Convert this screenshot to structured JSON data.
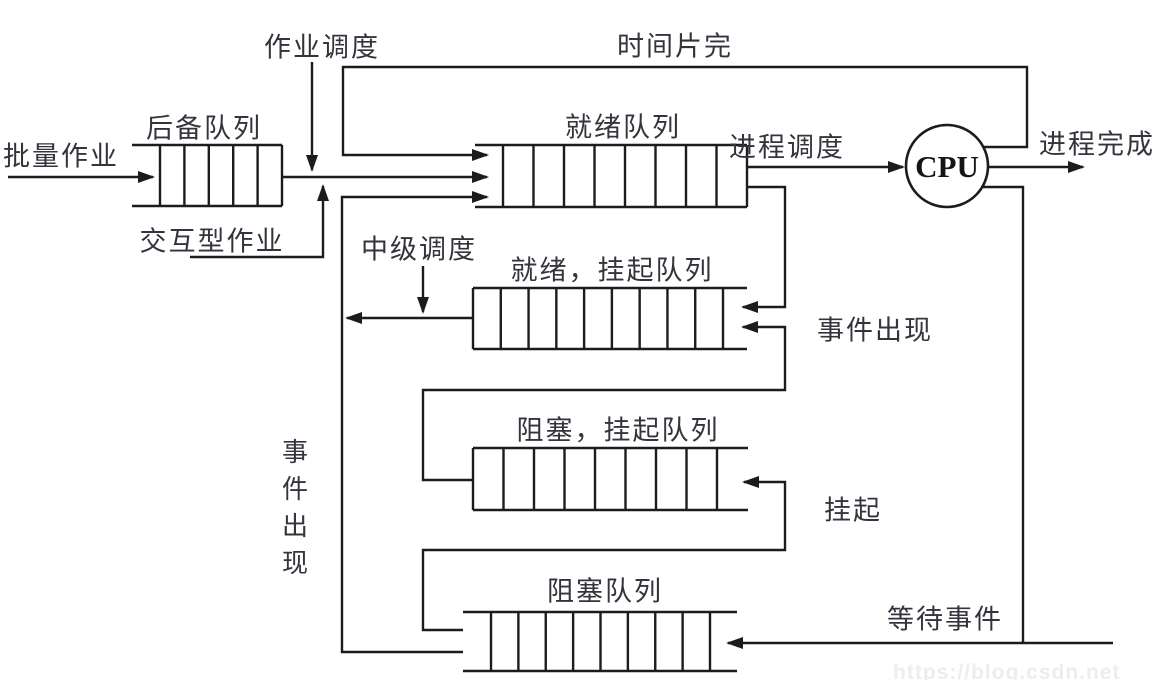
{
  "diagram": {
    "labels": {
      "batch_jobs": "批量作业",
      "backup_queue": "后备队列",
      "job_scheduling": "作业调度",
      "interactive_jobs": "交互型作业",
      "time_slice_end": "时间片完",
      "ready_queue": "就绪队列",
      "process_scheduling": "进程调度",
      "cpu": "CPU",
      "process_complete": "进程完成",
      "intermediate_scheduling": "中级调度",
      "ready_suspend_queue": "就绪，挂起队列",
      "event_occurs": "事件出现",
      "event_occurs_vertical": "事件出现",
      "blocked_suspend_queue": "阻塞，挂起队列",
      "suspend": "挂起",
      "blocked_queue": "阻塞队列",
      "wait_event": "等待事件"
    },
    "queues": [
      {
        "id": "backup",
        "name": "后备队列",
        "cells": 5
      },
      {
        "id": "ready",
        "name": "就绪队列",
        "cells": 8
      },
      {
        "id": "ready_suspend",
        "name": "就绪，挂起队列",
        "cells": 9
      },
      {
        "id": "blocked_suspend",
        "name": "阻塞，挂起队列",
        "cells": 8
      },
      {
        "id": "blocked",
        "name": "阻塞队列",
        "cells": 8
      }
    ],
    "colors": {
      "line": "#1c1c1c",
      "text": "#34343c",
      "background": "#ffffff",
      "watermark": "#ededf0"
    },
    "watermark": "https://blog.csdn.net"
  }
}
